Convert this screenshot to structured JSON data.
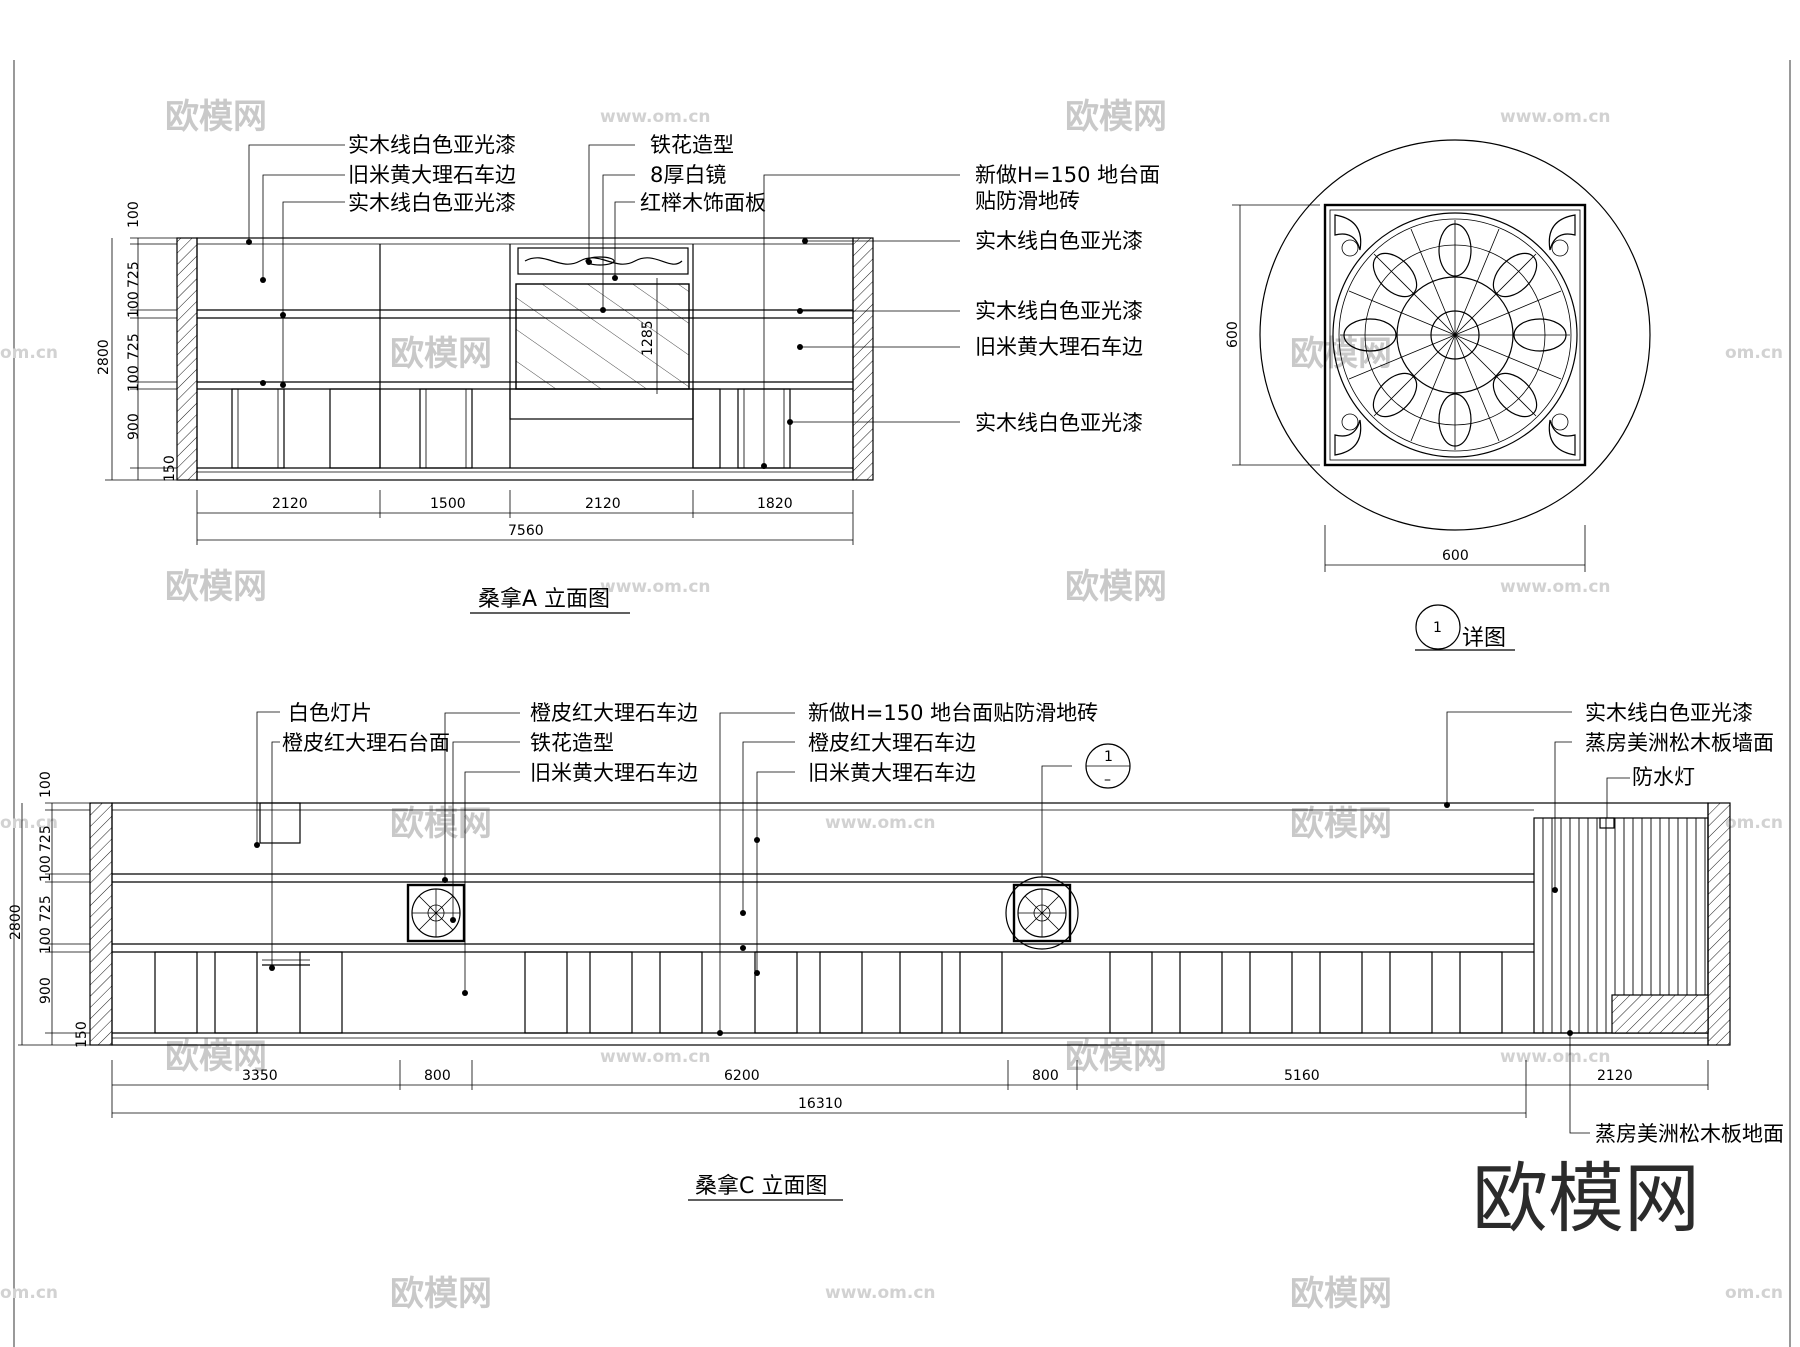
{
  "watermark": {
    "brand": "欧模网",
    "url": "www.om.cn",
    "url_short": "om.cn"
  },
  "elevation_a": {
    "title": "桑拿A 立面图",
    "labels": {
      "solid_wood_white_1": "实木线白色亚光漆",
      "old_beige_marble_edge_1": "旧米黄大理石车边",
      "solid_wood_white_2": "实木线白色亚光漆",
      "wrought_iron": "铁花造型",
      "white_mirror": "8厚白镜",
      "beech_panel": "红榉木饰面板",
      "new_floor_1": "新做H=150 地台面",
      "new_floor_2": "贴防滑地砖",
      "solid_wood_white_r1": "实木线白色亚光漆",
      "solid_wood_white_r2": "实木线白色亚光漆",
      "old_beige_marble_edge_r": "旧米黄大理石车边",
      "solid_wood_white_r3": "实木线白色亚光漆"
    },
    "vertical_dims": {
      "d1": "100",
      "d2": "725",
      "d3": "100",
      "d4": "725",
      "d5": "100",
      "d6": "900",
      "d7": "150",
      "total": "2800",
      "mirror": "1285"
    },
    "horizontal_dims": {
      "w1": "2120",
      "w2": "1500",
      "w3": "2120",
      "w4": "1820",
      "total": "7560"
    }
  },
  "detail": {
    "title": "详图",
    "ref_number": "1",
    "width": "600",
    "height": "600"
  },
  "elevation_c": {
    "title": "桑拿C 立面图",
    "labels": {
      "white_light": "白色灯片",
      "orange_marble_top": "橙皮红大理石台面",
      "orange_marble_edge_1": "橙皮红大理石车边",
      "wrought_iron": "铁花造型",
      "old_beige_edge_1": "旧米黄大理石车边",
      "new_floor": "新做H=150 地台面贴防滑地砖",
      "orange_marble_edge_2": "橙皮红大理石车边",
      "old_beige_edge_2": "旧米黄大理石车边",
      "solid_wood_white": "实木线白色亚光漆",
      "steam_pine_wall": "蒸房美洲松木板墙面",
      "waterproof_light": "防水灯",
      "steam_pine_floor": "蒸房美洲松木板地面",
      "ref_top": "1",
      "ref_bottom": "–"
    },
    "vertical_dims": {
      "d1": "100",
      "d2": "725",
      "d3": "100",
      "d4": "725",
      "d5": "100",
      "d6": "900",
      "d7": "150",
      "total": "2800"
    },
    "horizontal_dims": {
      "w1": "3350",
      "w2": "800",
      "w3": "6200",
      "w4": "800",
      "w5": "5160",
      "w6": "2120",
      "total": "16310"
    }
  },
  "colors": {
    "line": "#000000",
    "watermark": "#c9c9c9"
  }
}
